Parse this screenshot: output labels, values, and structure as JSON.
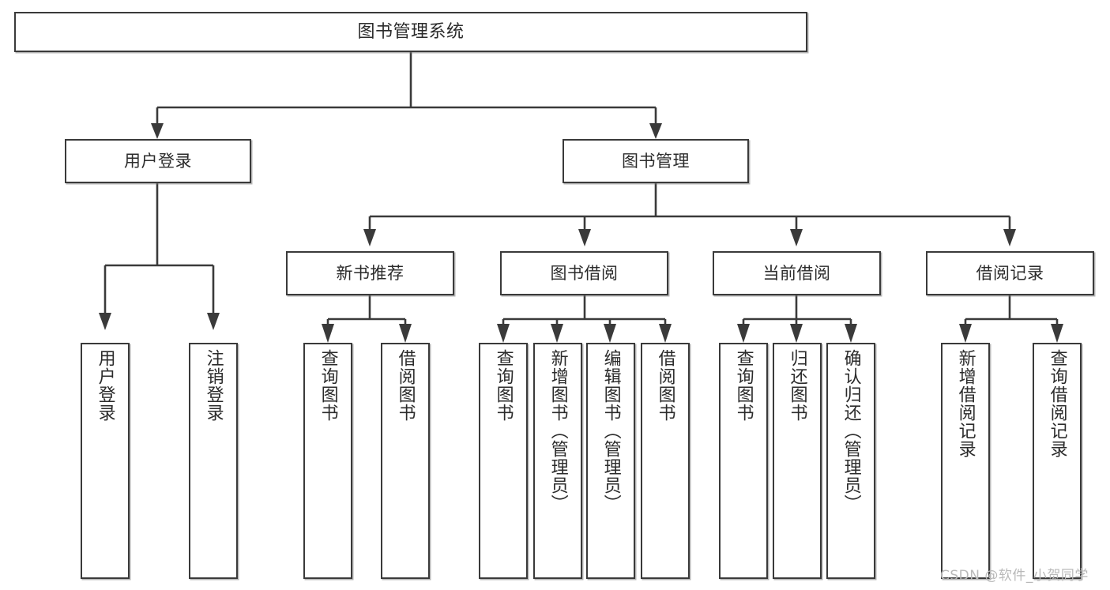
{
  "diagram": {
    "title": "图书管理系统",
    "type": "tree-hierarchy-diagram",
    "root": {
      "id": "root",
      "label": "图书管理系统"
    },
    "level2": [
      {
        "id": "user-login",
        "label": "用户登录"
      },
      {
        "id": "book-management",
        "label": "图书管理"
      }
    ],
    "level3": [
      {
        "id": "new-book-recommend",
        "label": "新书推荐"
      },
      {
        "id": "book-borrow",
        "label": "图书借阅"
      },
      {
        "id": "current-borrow",
        "label": "当前借阅"
      },
      {
        "id": "borrow-record",
        "label": "借阅记录"
      }
    ],
    "leaves": [
      {
        "id": "leaf-user-login",
        "label": "用户登录",
        "parent": "user-login"
      },
      {
        "id": "leaf-logout-login",
        "label": "注销登录",
        "parent": "user-login"
      },
      {
        "id": "leaf-query-book-1",
        "label": "查询图书",
        "parent": "new-book-recommend"
      },
      {
        "id": "leaf-borrow-book-1",
        "label": "借阅图书",
        "parent": "new-book-recommend"
      },
      {
        "id": "leaf-query-book-2",
        "label": "查询图书",
        "parent": "book-borrow"
      },
      {
        "id": "leaf-add-book",
        "label": "新增图书（管理员）",
        "parent": "book-borrow"
      },
      {
        "id": "leaf-edit-book",
        "label": "编辑图书（管理员）",
        "parent": "book-borrow"
      },
      {
        "id": "leaf-borrow-book-2",
        "label": "借阅图书",
        "parent": "book-borrow"
      },
      {
        "id": "leaf-query-book-3",
        "label": "查询图书",
        "parent": "current-borrow"
      },
      {
        "id": "leaf-return-book",
        "label": "归还图书",
        "parent": "current-borrow"
      },
      {
        "id": "leaf-confirm-return",
        "label": "确认归还（管理员）",
        "parent": "current-borrow"
      },
      {
        "id": "leaf-add-record",
        "label": "新增借阅记录",
        "parent": "borrow-record"
      },
      {
        "id": "leaf-query-record",
        "label": "查询借阅记录",
        "parent": "borrow-record"
      }
    ],
    "watermark": "CSDN @软件_小贺同学",
    "colors": {
      "stroke": "#3a3a3a",
      "text": "#2b2b2b",
      "background": "#ffffff",
      "watermark": "#b9b9b9"
    }
  }
}
